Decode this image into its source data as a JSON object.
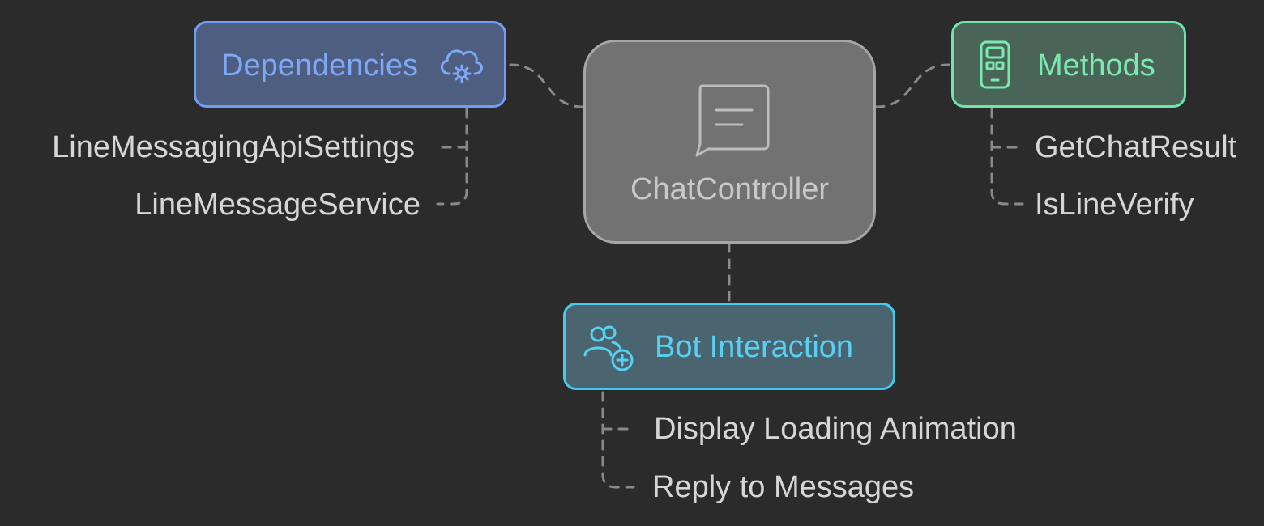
{
  "diagram": {
    "central": {
      "label": "ChatController",
      "icon": "chat-bubble-icon"
    },
    "dependencies": {
      "label": "Dependencies",
      "icon": "cloud-gear-icon",
      "items": [
        "LineMessagingApiSettings",
        "LineMessageService"
      ]
    },
    "methods": {
      "label": "Methods",
      "icon": "mobile-app-icon",
      "items": [
        "GetChatResult",
        "IsLineVerify"
      ]
    },
    "bot_interaction": {
      "label": "Bot Interaction",
      "icon": "users-add-icon",
      "items": [
        "Display Loading Animation",
        "Reply to Messages"
      ]
    }
  },
  "colors": {
    "background": "#2b2b2b",
    "dependencies": "#6f9cf5",
    "methods": "#6fe3a8",
    "bot_interaction": "#47c8ee",
    "central": "#a6a6a6",
    "leaf_text": "#d6d6d6"
  }
}
